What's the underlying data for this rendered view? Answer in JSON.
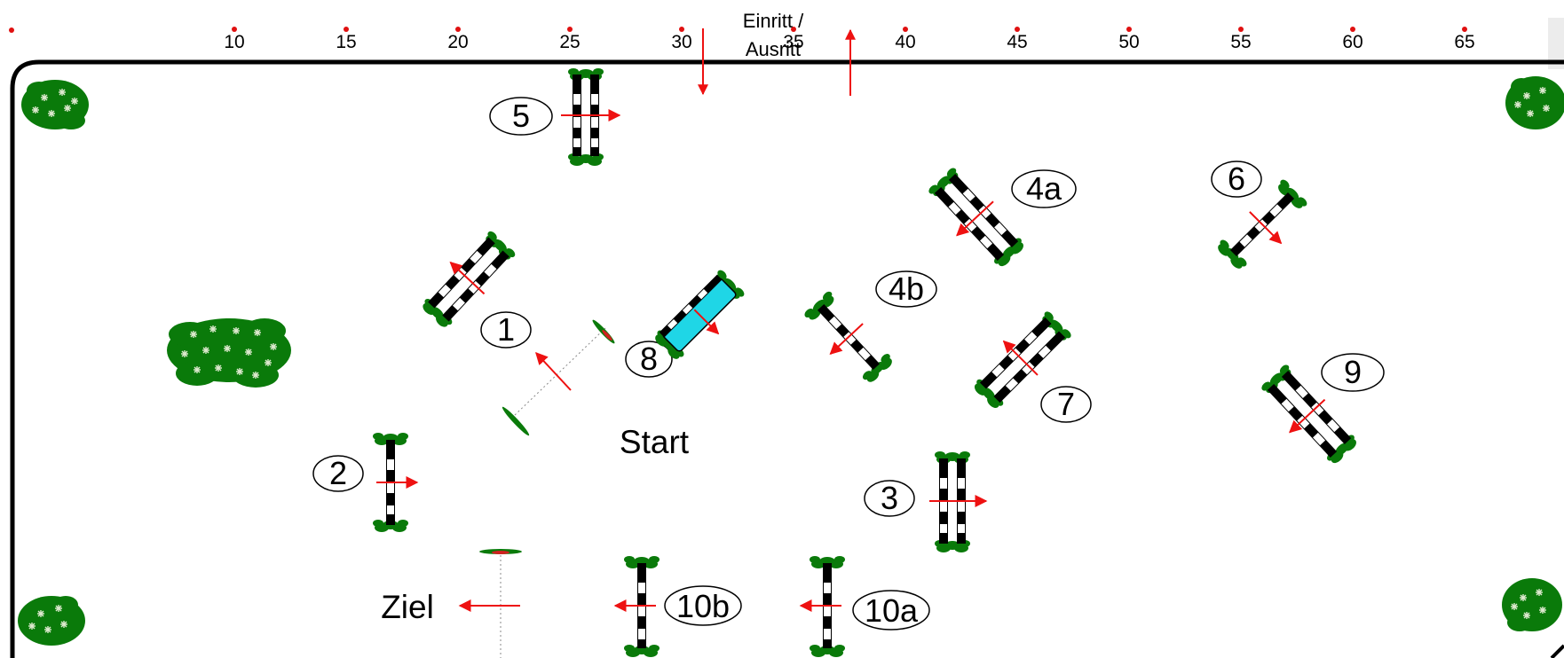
{
  "arena": {
    "entry_label_line1": "Einritt /",
    "entry_label_line2": "Ausritt",
    "ruler_ticks": [
      "10",
      "15",
      "20",
      "25",
      "30",
      "35",
      "40",
      "45",
      "50",
      "55",
      "60",
      "65"
    ]
  },
  "labels": {
    "start": "Start",
    "finish": "Ziel"
  },
  "obstacle_numbers": {
    "o1": "1",
    "o2": "2",
    "o3": "3",
    "o4a": "4a",
    "o4b": "4b",
    "o5": "5",
    "o6": "6",
    "o7": "7",
    "o8": "8",
    "o9": "9",
    "o10a": "10a",
    "o10b": "10b"
  },
  "colors": {
    "pole_dark": "#000000",
    "pole_light": "#ffffff",
    "foliage": "#0a7a0a",
    "direction_arrow": "#ee1111",
    "water": "#1fd6e6",
    "border": "#000000"
  }
}
